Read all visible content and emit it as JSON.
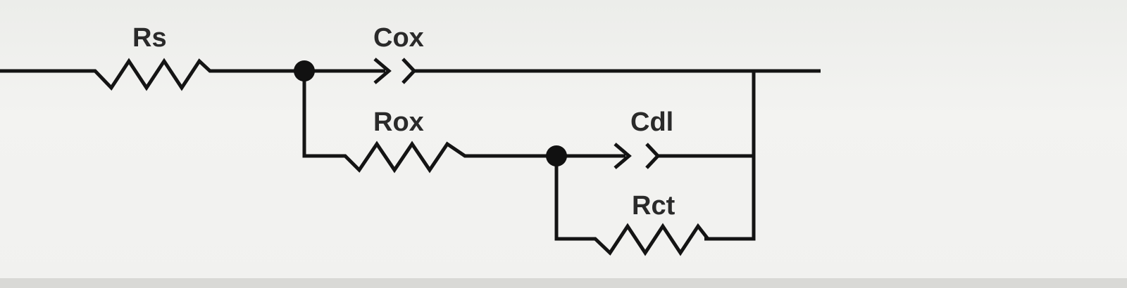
{
  "diagram": {
    "components": [
      {
        "type": "resistor",
        "label": "Rs"
      },
      {
        "type": "capacitor",
        "label": "Cox"
      },
      {
        "type": "resistor",
        "label": "Rox"
      },
      {
        "type": "capacitor",
        "label": "Cdl"
      },
      {
        "type": "resistor",
        "label": "Rct"
      }
    ],
    "nodes": [
      "junction-1",
      "junction-2"
    ],
    "colors": {
      "wire": "#141414",
      "background": "#f2f2f0",
      "label": "#2a2a2a"
    }
  }
}
